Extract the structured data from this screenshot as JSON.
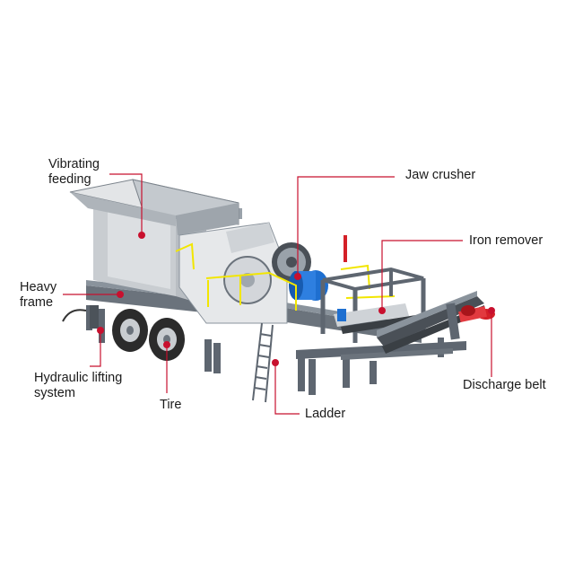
{
  "labels": {
    "vibrating_feeding": [
      "Vibrating",
      "feeding"
    ],
    "jaw_crusher": "Jaw crusher",
    "iron_remover": "Iron remover",
    "heavy_frame": [
      "Heavy",
      "frame"
    ],
    "hydraulic_lifting_system": [
      "Hydraulic lifting",
      "system"
    ],
    "tire": "Tire",
    "ladder": "Ladder",
    "discharge_belt": "Discharge belt"
  },
  "colors": {
    "callout": "#c8102e",
    "steel_dark": "#5e6670",
    "steel_mid": "#8a939c",
    "panel_light": "#dcdfe2",
    "rail_yellow": "#f2e600",
    "motor_blue": "#1e6fd0",
    "roller_red": "#d42027",
    "tire_black": "#2b2b2b"
  }
}
